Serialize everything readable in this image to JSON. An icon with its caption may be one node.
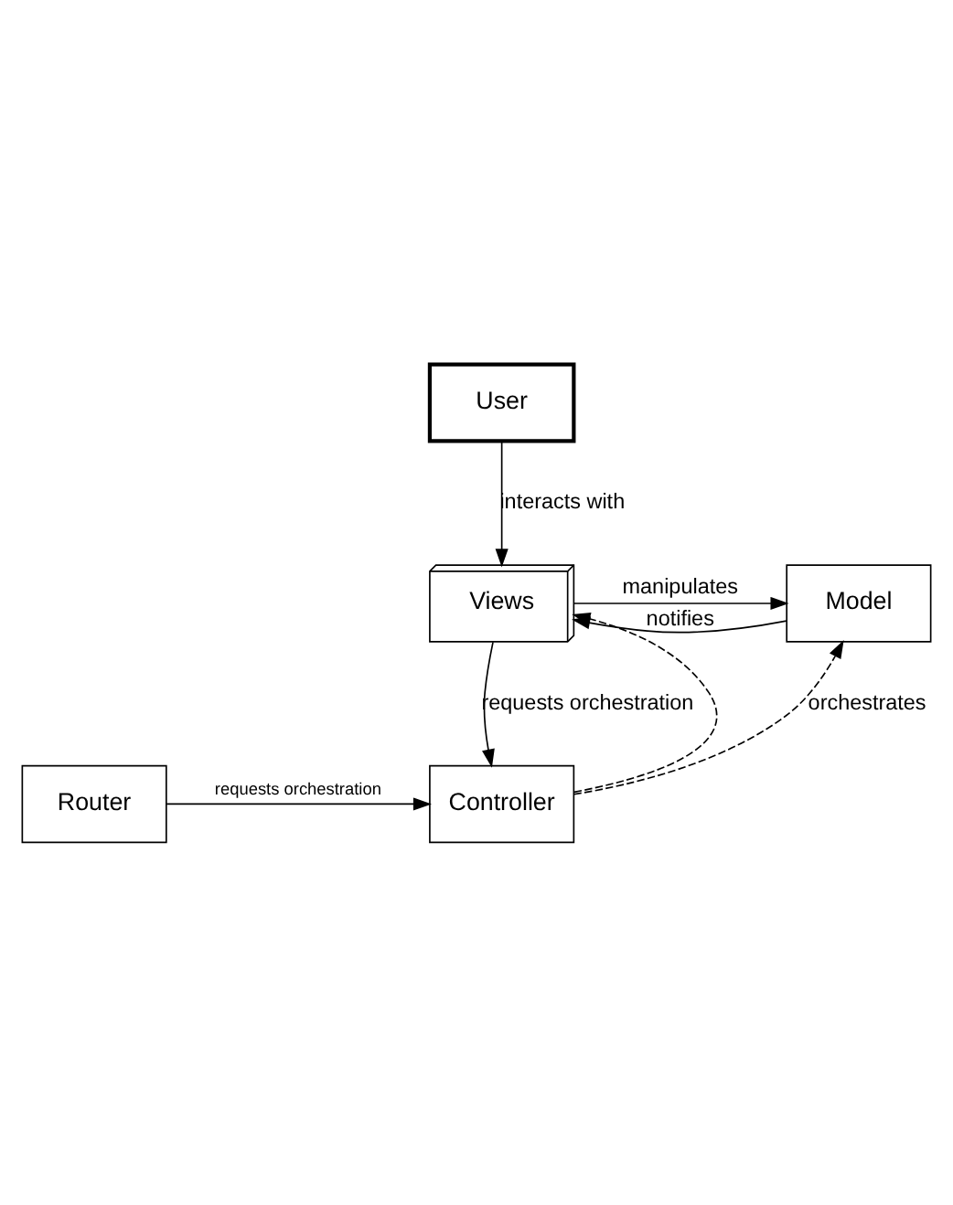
{
  "diagram": {
    "nodes": [
      {
        "text": [
          "User"
        ]
      },
      {
        "text": [
          "Model"
        ]
      },
      {
        "text": [
          "Views"
        ]
      },
      {
        "text": [
          "Router"
        ]
      },
      {
        "text": [
          "Controller"
        ]
      }
    ],
    "edges": [
      {
        "from": 0,
        "to": 2,
        "arrow": "to",
        "label": "interacts with"
      },
      {
        "from": 1,
        "to": 2,
        "arrow": "to",
        "label": "notifies"
      },
      {
        "from": 2,
        "to": 1,
        "arrow": "to",
        "label": "manipulates"
      },
      {
        "from": 2,
        "to": 4,
        "arrow": "to",
        "label": "requests orchestration"
      },
      {
        "from": 3,
        "to": 4,
        "arrow": "to",
        "label": "requests orchestration"
      },
      {
        "from": 4,
        "to": 1,
        "arrow": "to",
        "style": "dashed",
        "label": "orchestrates"
      },
      {
        "from": 4,
        "to": 2,
        "arrow": "to",
        "style": "dashed"
      }
    ]
  }
}
